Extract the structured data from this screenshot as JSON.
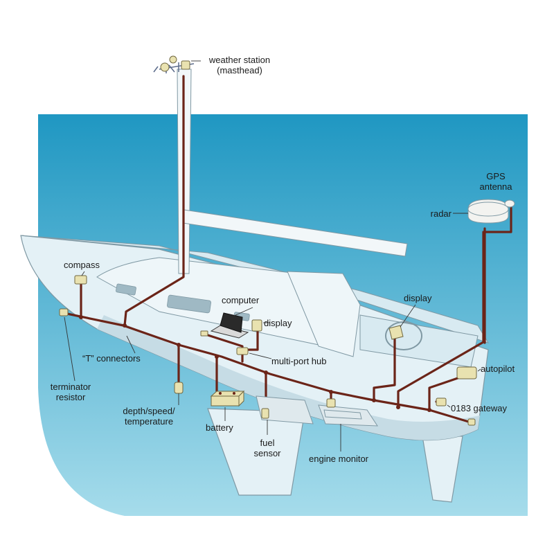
{
  "labels": {
    "weather_station": "weather station",
    "weather_station_sub": "(masthead)",
    "gps": "GPS",
    "gps_sub": "antenna",
    "radar": "radar",
    "compass": "compass",
    "computer": "computer",
    "display_center": "display",
    "display_helm": "display",
    "t_connectors": "“T” connectors",
    "multi_port_hub": "multi-port hub",
    "autopilot": "autopilot",
    "terminator": "terminator",
    "terminator_sub": "resistor",
    "depth": "depth/speed/",
    "depth_sub": "temperature",
    "gateway": "0183 gateway",
    "battery": "battery",
    "fuel": "fuel",
    "fuel_sub": "sensor",
    "engine_monitor": "engine monitor"
  },
  "colors": {
    "water_top": "#1f97c2",
    "water_bottom": "#a6dceb",
    "hull": "#e4f1f6",
    "hull_shadow": "#c6dce5",
    "deck": "#d8eaf1",
    "outline": "#7f98a3",
    "cable": "#6b2418",
    "device": "#e9e2b0",
    "device_stroke": "#6f6740"
  }
}
